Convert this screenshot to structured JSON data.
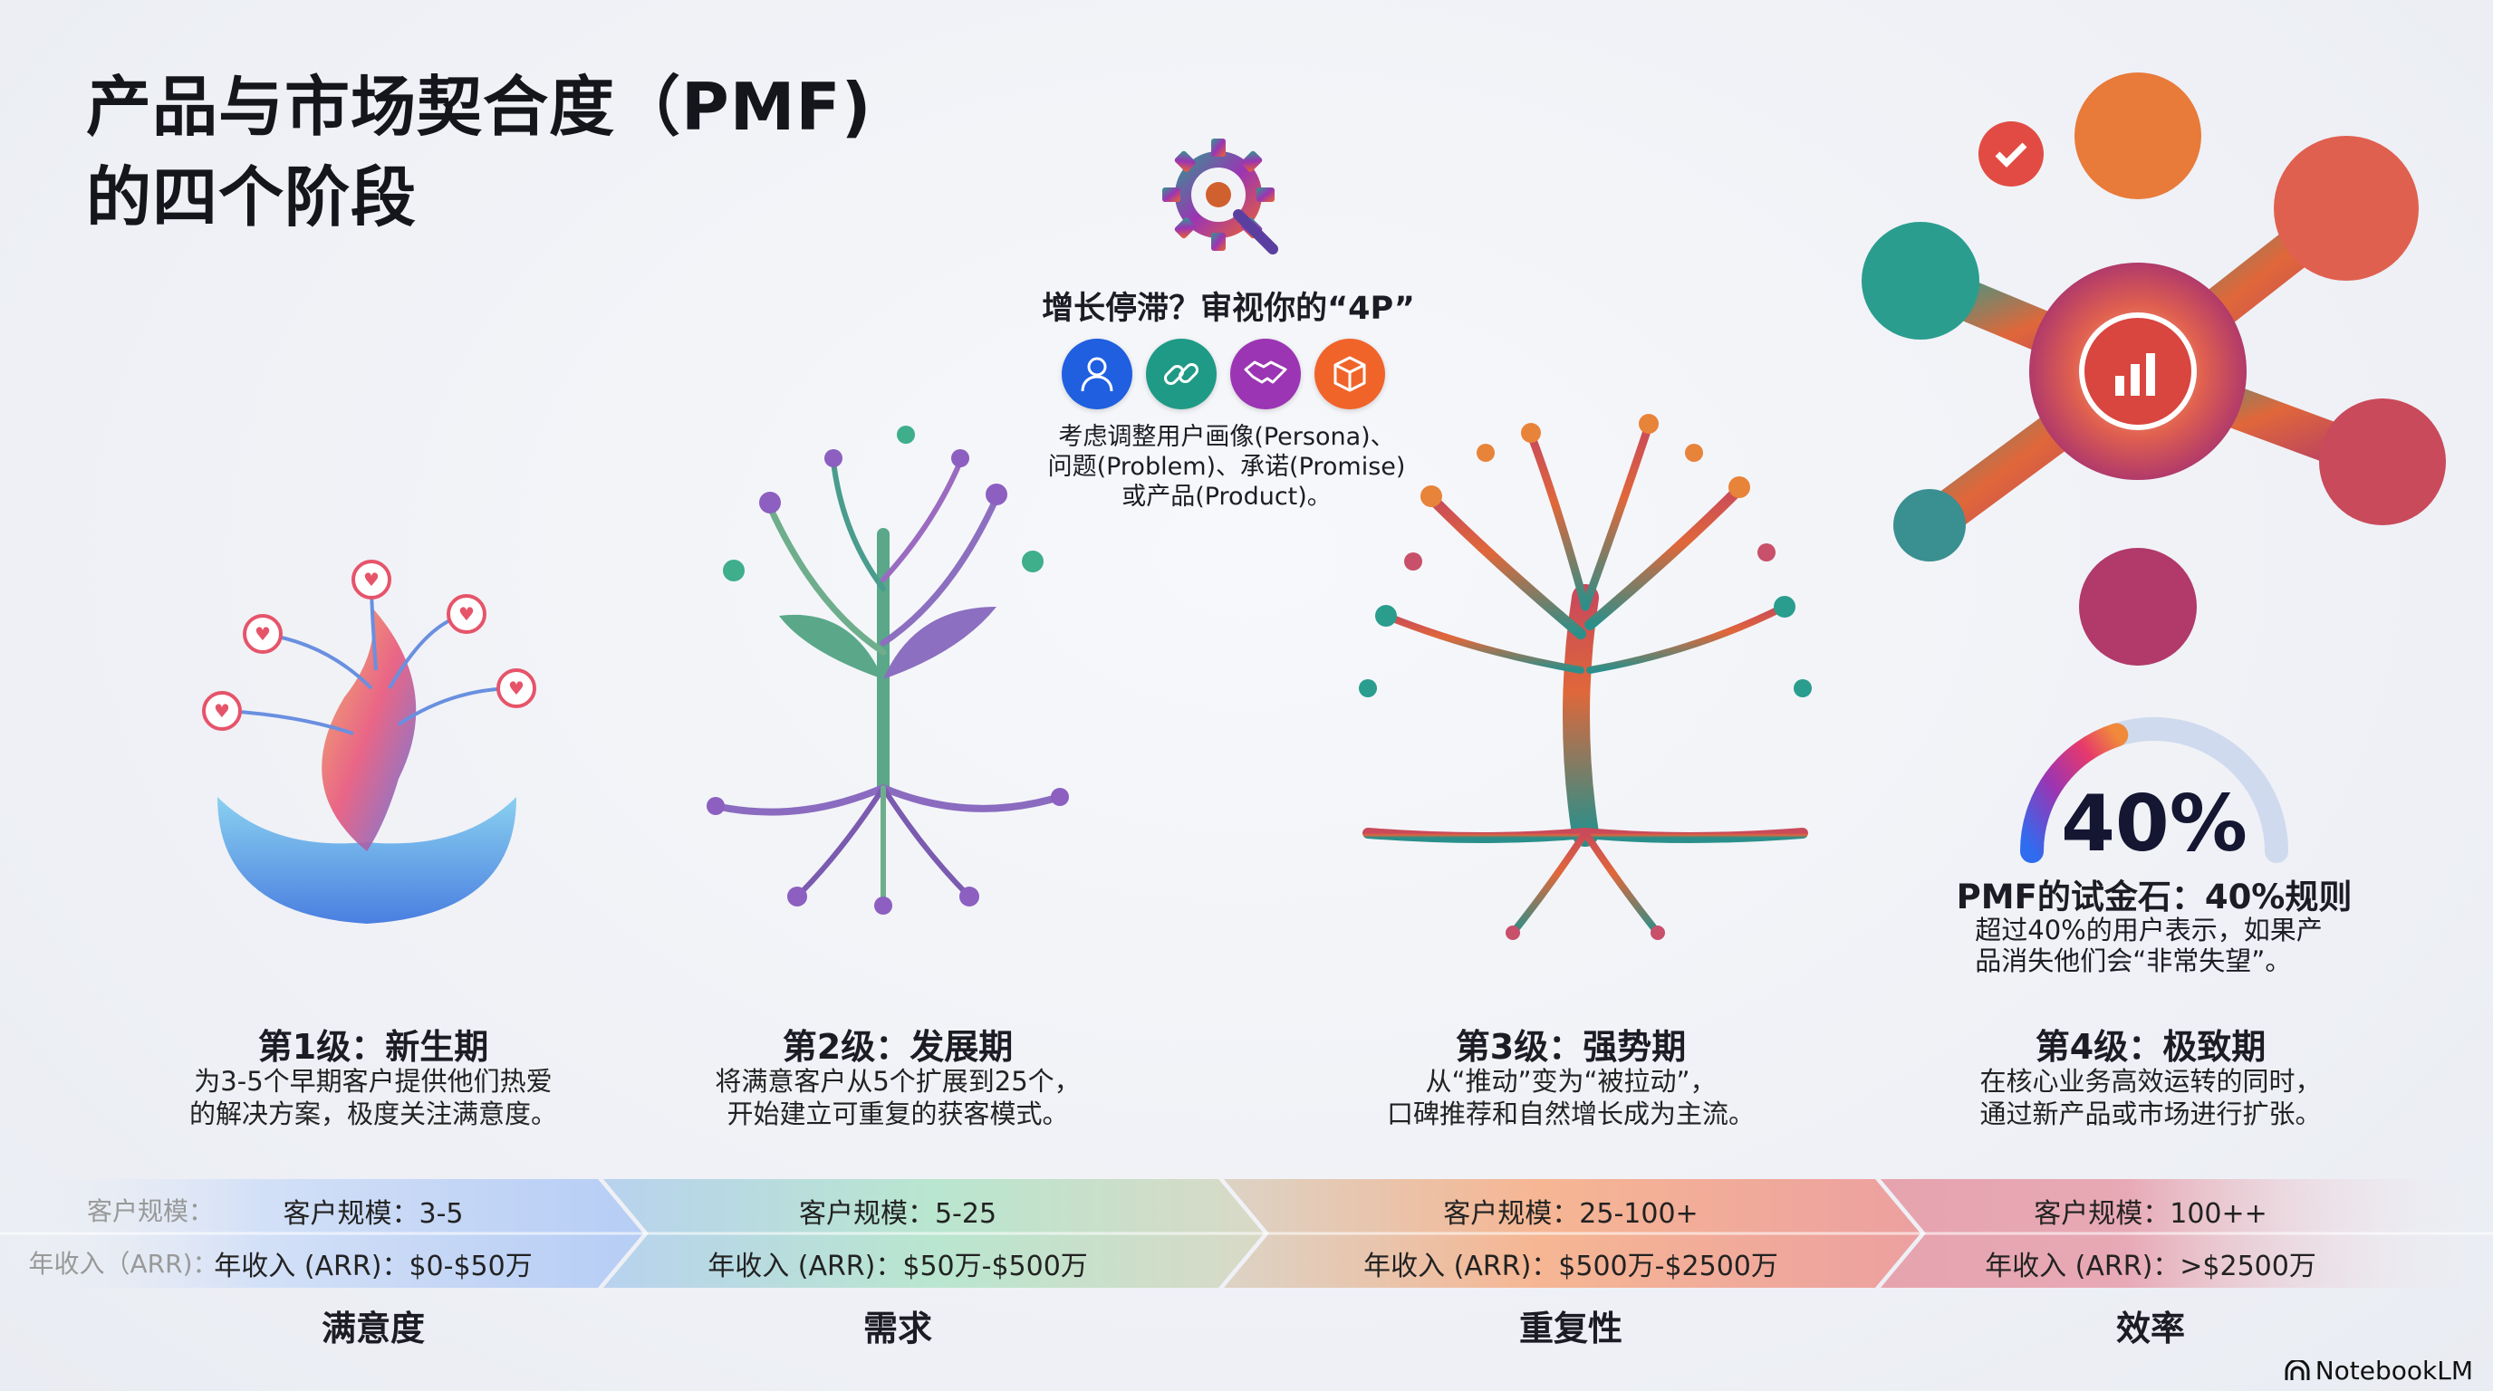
{
  "title": {
    "line1": "产品与市场契合度（PMF)",
    "line2": "的四个阶段"
  },
  "four_p": {
    "heading": "增长停滞？审视你的“4P”",
    "icons": [
      {
        "name": "persona-icon",
        "color": "#1f5fe0"
      },
      {
        "name": "link-icon",
        "color": "#1f9a86"
      },
      {
        "name": "handshake-icon",
        "color": "#9b35b3"
      },
      {
        "name": "box-icon",
        "color": "#f0642a"
      }
    ],
    "desc": [
      "考虑调整用户画像(Persona)、",
      "问题(Problem)、承诺(Promise)",
      "或产品(Product)。"
    ]
  },
  "rule40": {
    "value": "40%",
    "percent": 40,
    "title": "PMF的试金石：40%规则",
    "desc": [
      "超过40%的用户表示，如果产",
      "品消失他们会“非常失望”。"
    ]
  },
  "stages": [
    {
      "title": "第1级：新生期",
      "desc": [
        "为3-5个早期客户提供他们热爱",
        "的解决方案，极度关注满意度。"
      ],
      "customers": "客户规模：3-5",
      "arr": "年收入 (ARR)：$0-$50万",
      "focus": "满意度"
    },
    {
      "title": "第2级：发展期",
      "desc": [
        "将满意客户从5个扩展到25个，",
        "开始建立可重复的获客模式。"
      ],
      "customers": "客户规模：5-25",
      "arr": "年收入 (ARR)：$50万-$500万",
      "focus": "需求"
    },
    {
      "title": "第3级：强势期",
      "desc": [
        "从“推动”变为“被拉动”，",
        "口碑推荐和自然增长成为主流。"
      ],
      "customers": "客户规模：25-100+",
      "arr": "年收入 (ARR)：$500万-$2500万",
      "focus": "重复性"
    },
    {
      "title": "第4级：极致期",
      "desc": [
        "在核心业务高效运转的同时，",
        "通过新产品或市场进行扩张。"
      ],
      "customers": "客户规模：100++",
      "arr": "年收入 (ARR)：>$2500万",
      "focus": "效率"
    }
  ],
  "row_labels": {
    "customers": "客户规模：",
    "arr": "年收入（ARR)："
  },
  "brand": "NotebookLM"
}
